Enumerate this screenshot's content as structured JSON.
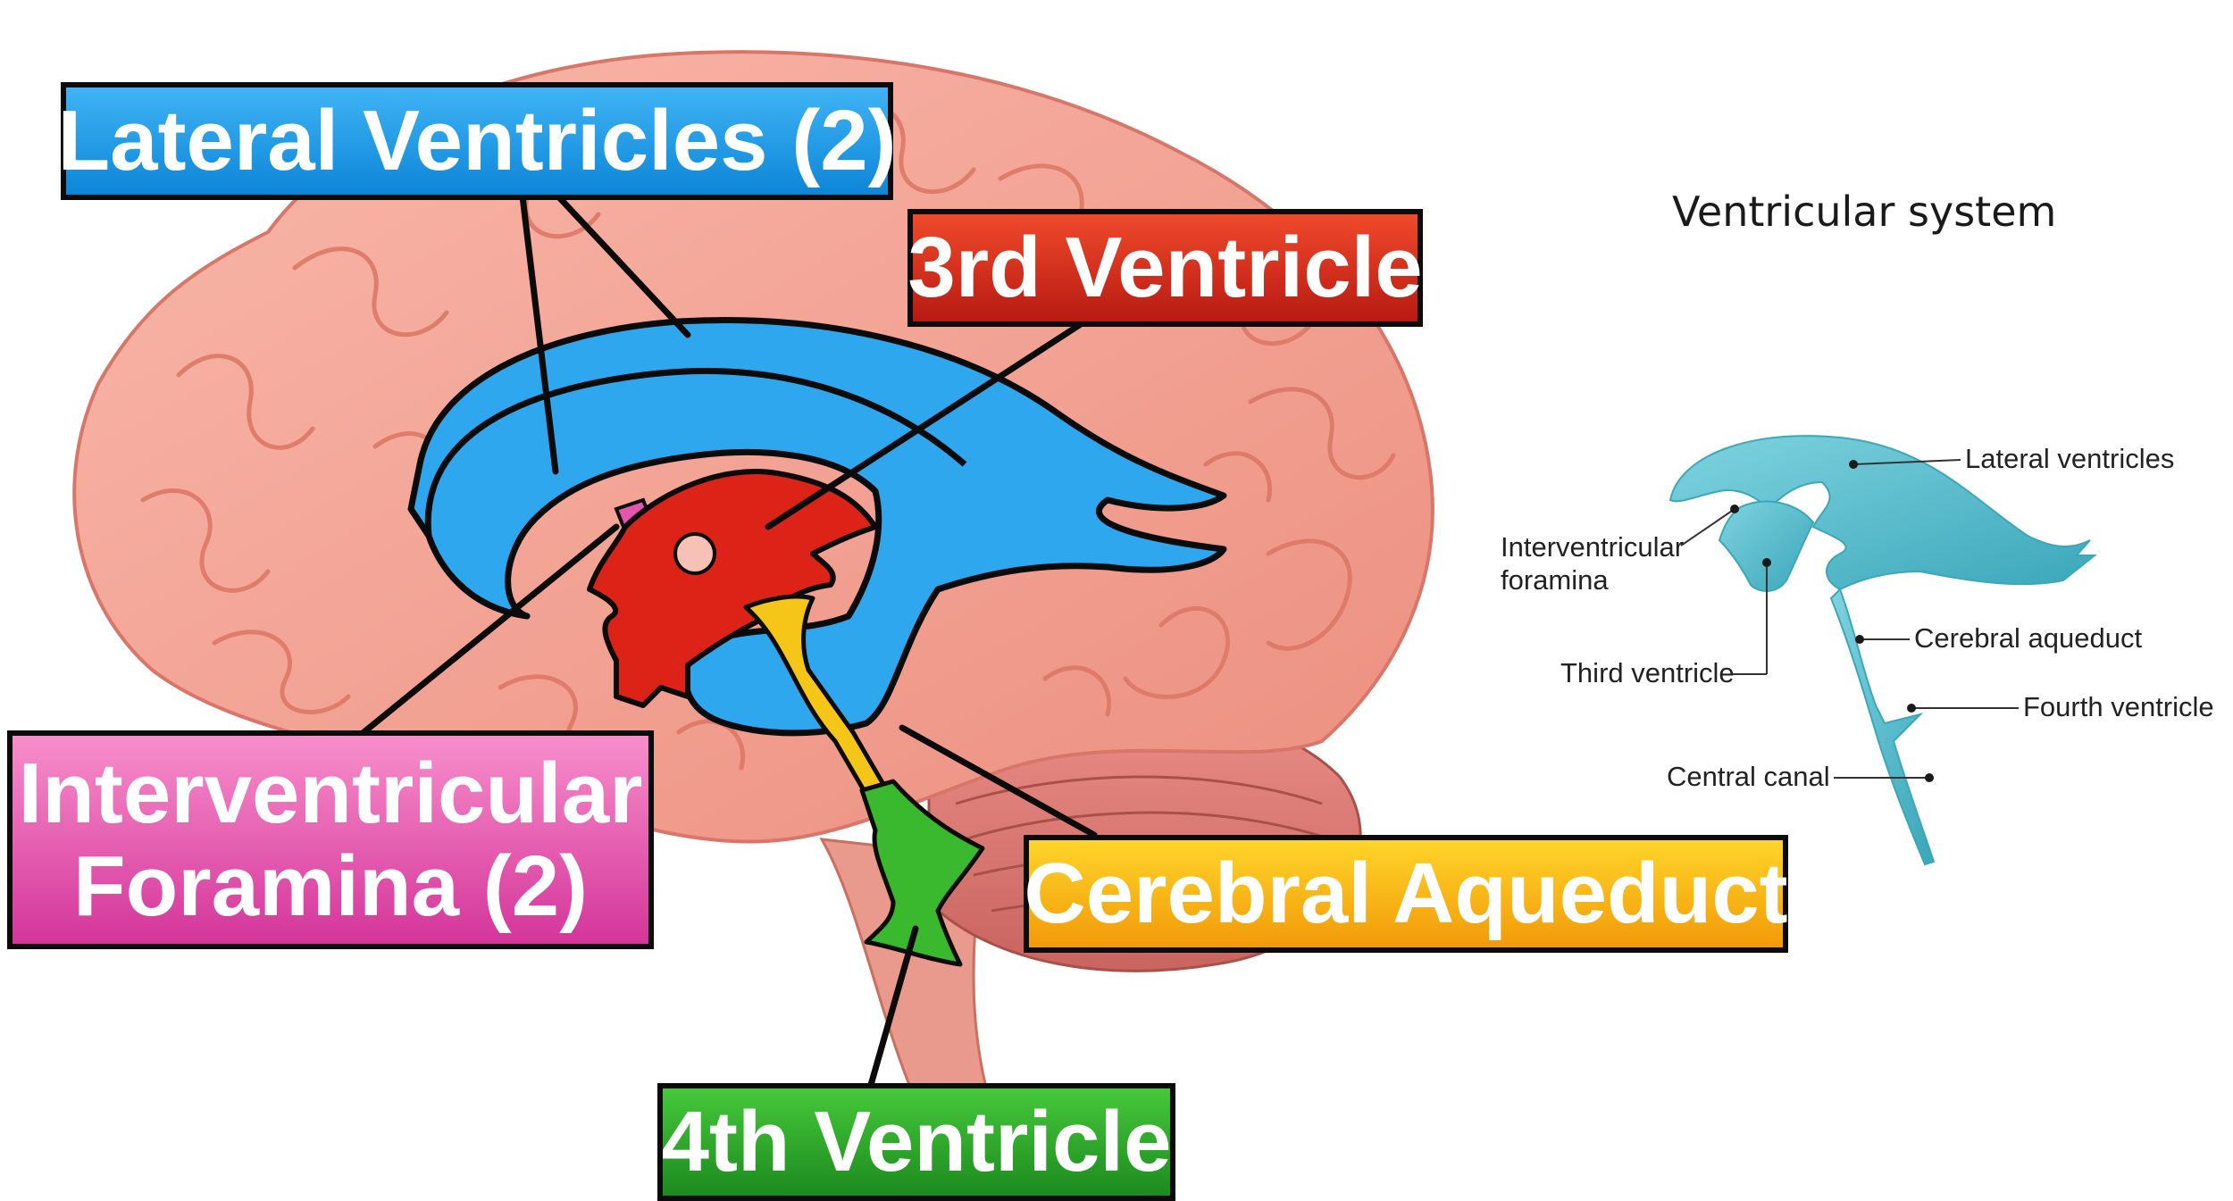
{
  "labels": {
    "lateral_ventricles": "Lateral Ventricles (2)",
    "third_ventricle": "3rd Ventricle",
    "interventricular_line1": "Interventricular",
    "interventricular_line2": "Foramina (2)",
    "cerebral_aqueduct": "Cerebral Aqueduct",
    "fourth_ventricle": "4th Ventricle"
  },
  "inset": {
    "title": "Ventricular system",
    "lateral_ventricles": "Lateral ventricles",
    "interventricular_line1": "Interventricular",
    "interventricular_line2": "foramina",
    "cerebral_aqueduct": "Cerebral aqueduct",
    "third_ventricle": "Third ventricle",
    "fourth_ventricle": "Fourth ventricle",
    "central_canal": "Central canal"
  },
  "colors": {
    "lateral": "#1e9be8",
    "third": "#d9241a",
    "interventricular": "#e455ad",
    "aqueduct": "#f5b50f",
    "fourth": "#38b52c",
    "brain": "#f6aa9c",
    "inset_ventricles": "#5fc0cf"
  }
}
